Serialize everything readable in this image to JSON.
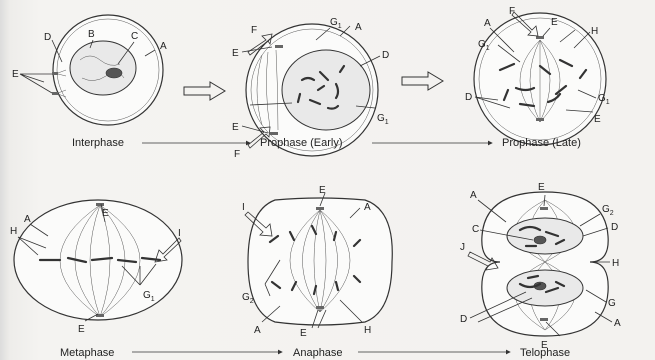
{
  "captions": {
    "interphase": "Interphase",
    "prophase_early": "Prophase (Early)",
    "prophase_late": "Prophase (Late)",
    "metaphase": "Metaphase",
    "anaphase": "Anaphase",
    "telophase": "Telophase"
  },
  "labels": {
    "A": "A",
    "B": "B",
    "C": "C",
    "D": "D",
    "E": "E",
    "F": "F",
    "G": "G",
    "G1": "G",
    "G1_sub": "1",
    "G2_sub": "2",
    "H": "H",
    "I": "I",
    "J": "J"
  }
}
